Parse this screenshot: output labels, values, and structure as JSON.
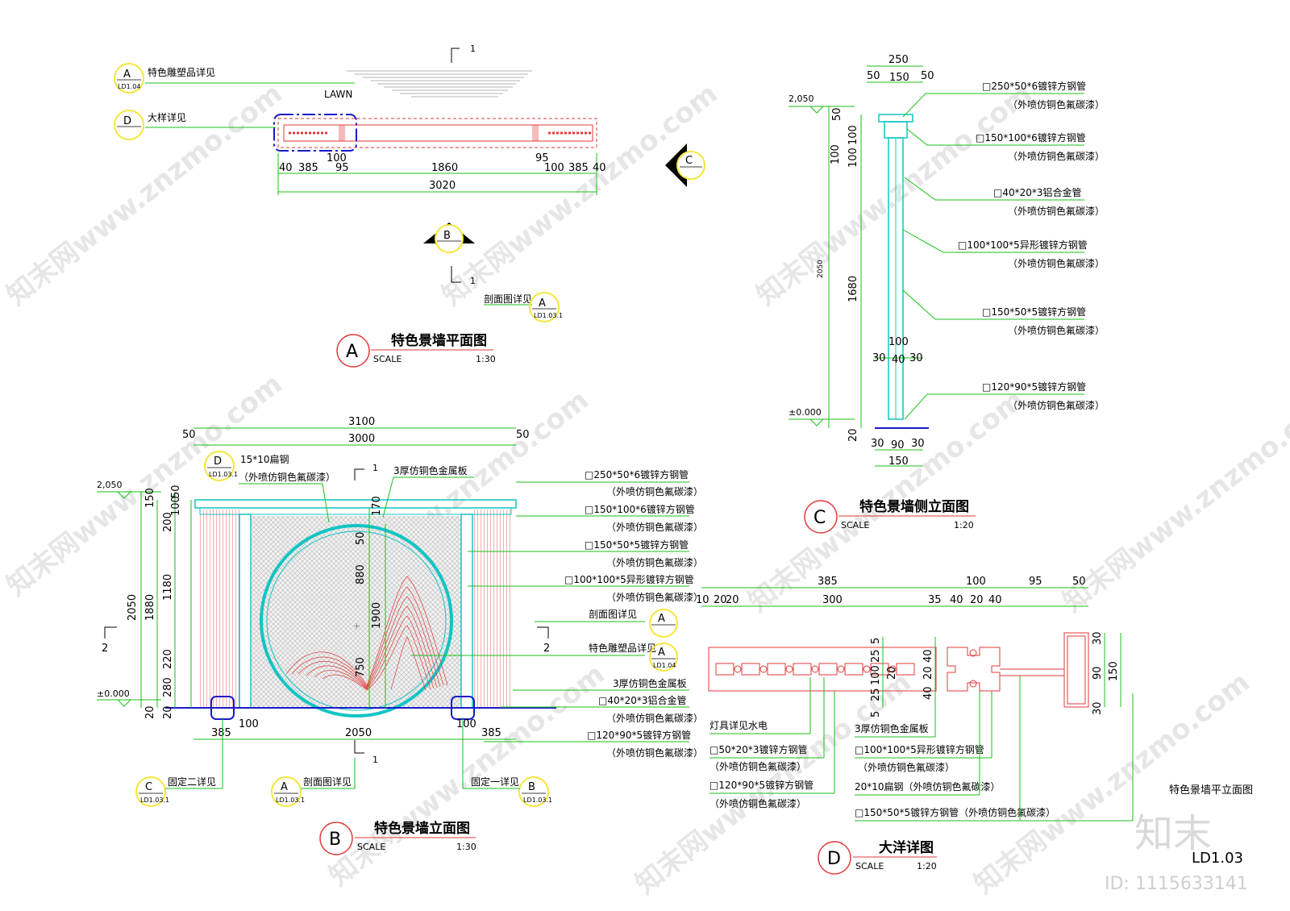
{
  "sheet": {
    "sheet_number": "LD1.03",
    "id_label": "ID: 1115633141",
    "logo_text": "知末",
    "watermark": "知末网www.znzmo.com"
  },
  "plan_a": {
    "title": "特色景墙平面图",
    "letter": "A",
    "scale_label": "SCALE",
    "scale": "1:30",
    "lawn": "LAWN",
    "callout_a_letter": "A",
    "callout_a_ref": "LD1.04",
    "callout_a_text": "特色雕塑品详见",
    "callout_d_letter": "D",
    "callout_d_text": "大样详见",
    "section_mark": "1",
    "section_ref_text": "剖面图详见",
    "section_ref_letter": "A",
    "section_ref_ref": "LD1.03.1",
    "view_b": "B",
    "view_c": "C",
    "dims_row1": [
      "100",
      "95"
    ],
    "dims_row2": [
      "40",
      "385",
      "95",
      "1860",
      "100",
      "385",
      "40"
    ],
    "total": "3020"
  },
  "elev_b": {
    "title": "特色景墙立面图",
    "letter": "B",
    "scale_label": "SCALE",
    "scale": "1:30",
    "top_total": "3100",
    "top_inner": "3000",
    "top_side": "50",
    "level_top": "2,050",
    "level_zero": "±0.000",
    "left_vert": [
      "150",
      "50",
      "200",
      "100",
      "1180",
      "220",
      "280",
      "20"
    ],
    "left_total_outer": "2050",
    "left_total_inner": "1880",
    "center_vert": [
      "170",
      "50",
      "880",
      "1900",
      "750"
    ],
    "bottom": [
      "385",
      "100",
      "2050",
      "100",
      "385"
    ],
    "section_mark": "1",
    "section_mark_side": "2",
    "note_d_letter": "D",
    "note_d_ref": "LD1.03.1",
    "note_d_l1": "15*10扁钢",
    "note_d_l2": "（外喷仿铜色氟碳漆）",
    "note_top": "3厚仿铜色金属板",
    "labels": [
      "□250*50*6镀锌方钢管",
      "（外喷仿铜色氟碳漆）",
      "□150*100*6镀锌方钢管",
      "（外喷仿铜色氟碳漆）",
      "□150*50*5镀锌方钢管",
      "（外喷仿铜色氟碳漆）",
      "□100*100*5异形镀锌方钢管",
      "（外喷仿铜色氟碳漆）",
      "剖面图详见",
      "特色雕塑品详见",
      "3厚仿铜色金属板",
      "□40*20*3铝合金管",
      "（外喷仿铜色氟碳漆）",
      "□120*90*5镀锌方钢管",
      "（外喷仿铜色氟碳漆）"
    ],
    "ref_a_letter": "A",
    "ref_a2_letter": "A",
    "ref_a2_ref": "LD1.04",
    "bottom_refs": [
      {
        "letter": "C",
        "ref": "LD1.03.1",
        "text": "固定二详见"
      },
      {
        "letter": "A",
        "ref": "LD1.03.1",
        "text": "剖面图详见"
      },
      {
        "letter": "B",
        "ref": "LD1.03.1",
        "text": "固定一详见"
      }
    ]
  },
  "side_c": {
    "title": "特色景墙侧立面图",
    "letter": "C",
    "scale_label": "SCALE",
    "scale": "1:20",
    "top_dims": [
      "250",
      "50",
      "150",
      "50"
    ],
    "level_top": "2,050",
    "level_zero": "±0.000",
    "vert": [
      "50",
      "100",
      "100",
      "100",
      "2050",
      "1680",
      "20"
    ],
    "mid_dims": [
      "100",
      "30",
      "40",
      "30"
    ],
    "bottom_dims": [
      "30",
      "90",
      "30",
      "150"
    ],
    "labels": [
      "□250*50*6镀锌方钢管",
      "（外喷仿铜色氟碳漆）",
      "□150*100*6镀锌方钢管",
      "（外喷仿铜色氟碳漆）",
      "□40*20*3铝合金管",
      "（外喷仿铜色氟碳漆）",
      "□100*100*5异形镀锌方钢管",
      "（外喷仿铜色氟碳漆）",
      "□150*50*5镀锌方钢管",
      "（外喷仿铜色氟碳漆）",
      "□120*90*5镀锌方钢管",
      "（外喷仿铜色氟碳漆）"
    ]
  },
  "detail_d": {
    "title": "大洋详图",
    "letter": "D",
    "scale_label": "SCALE",
    "scale": "1:20",
    "top_row1": [
      "385",
      "100",
      "95",
      "50"
    ],
    "top_row2": [
      "10",
      "20",
      "20",
      "300",
      "35",
      "40",
      "20",
      "40"
    ],
    "vert_left": [
      "5",
      "25",
      "100",
      "20",
      "25",
      "5"
    ],
    "vert_mid": [
      "40",
      "20",
      "40"
    ],
    "vert_right": [
      "30",
      "90",
      "30",
      "150"
    ],
    "labels_left": [
      "灯具详见水电",
      "□50*20*3镀锌方钢管",
      "（外喷仿铜色氟碳漆）",
      "□120*90*5镀锌方钢管",
      "（外喷仿铜色氟碳漆）"
    ],
    "labels_right": [
      "3厚仿铜色金属板",
      "□100*100*5异形镀锌方钢管",
      "（外喷仿铜色氟碳漆）",
      "20*10扁钢（外喷仿铜色氟碳漆）",
      "□150*50*5镀锌方钢管（外喷仿铜色氟碳漆）"
    ],
    "plan_note": "特色景墙平立面图"
  },
  "colors": {
    "dimension": "#19c219",
    "section": "#e23a3a",
    "steel": "#12c4c4",
    "ground": "#1a1ac8",
    "tag": "#f5e63a"
  }
}
